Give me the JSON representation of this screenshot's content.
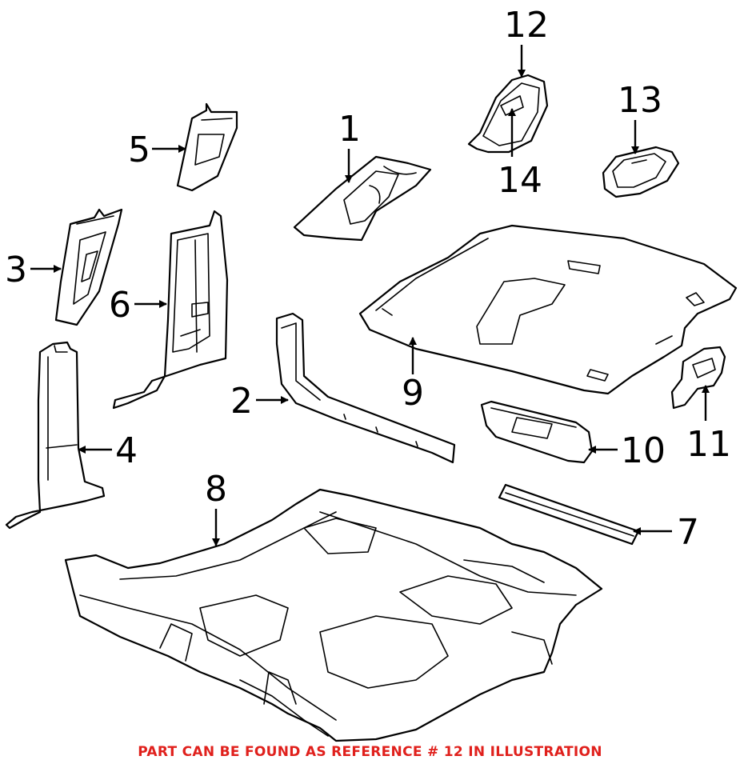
{
  "diagram": {
    "callouts": {
      "c1": "1",
      "c2": "2",
      "c3": "3",
      "c4": "4",
      "c5": "5",
      "c6": "6",
      "c7": "7",
      "c8": "8",
      "c9": "9",
      "c10": "10",
      "c11": "11",
      "c12": "12",
      "c13": "13",
      "c14": "14"
    }
  },
  "footer": {
    "note": "PART CAN BE FOUND AS REFERENCE # 12 IN ILLUSTRATION",
    "color": "#e0201c"
  }
}
